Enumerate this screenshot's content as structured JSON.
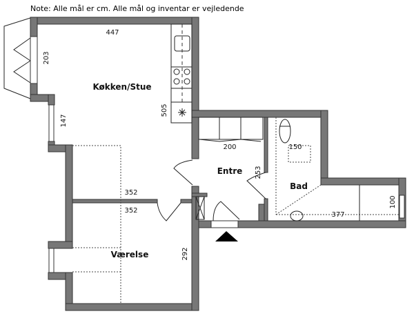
{
  "note": "Note: Alle mål er cm. Alle mål og inventar er vejledende",
  "rooms": {
    "living": "Køkken/Stue",
    "entry": "Entre",
    "bath": "Bad",
    "bedroom": "Værelse"
  },
  "dimensions": {
    "living_width": "447",
    "bay_window": "203",
    "left_window": "147",
    "living_depth": "505",
    "wardrobe": "200",
    "entry_depth": "253",
    "shower": "150",
    "bath_length": "377",
    "bath_width": "100",
    "living_lower_width": "352",
    "bedroom_width": "352",
    "bedroom_depth": "292"
  },
  "colors": {
    "wall": "#777777"
  }
}
